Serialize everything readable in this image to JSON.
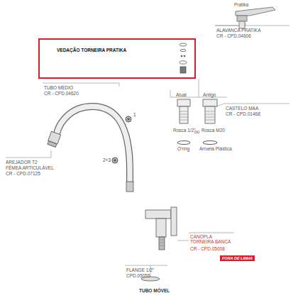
{
  "diagram": {
    "nodes": [
      {
        "text": [
          "VEDAÇÃO TORNEIRA PRATIKA"
        ]
      },
      {
        "text": [
          "FORA DE LINHA"
        ]
      }
    ],
    "labels": [
      "Pratika",
      "ALAVANCA PRATIKA",
      "CR - CPD.04606",
      "TUBO MÉDIO",
      "CR - CPD.04620",
      "Atual",
      "Antigo",
      "Rosca 1/2\"",
      "ou",
      "Rosca M20",
      "O'ring",
      "Arruela Plástica",
      "CASTELO MAA",
      "CR - CPD.01468",
      "1",
      "2+3",
      "AREJADOR T2",
      "FÊMEA ARTICULÁVEL",
      "CR - CPD.07125",
      "CANOPLA TORNEIRA BANCA",
      "CR - CPD.05008",
      "FLANGE 1/2\"",
      "CPD.05055",
      "TUBO MÓVEL"
    ]
  }
}
